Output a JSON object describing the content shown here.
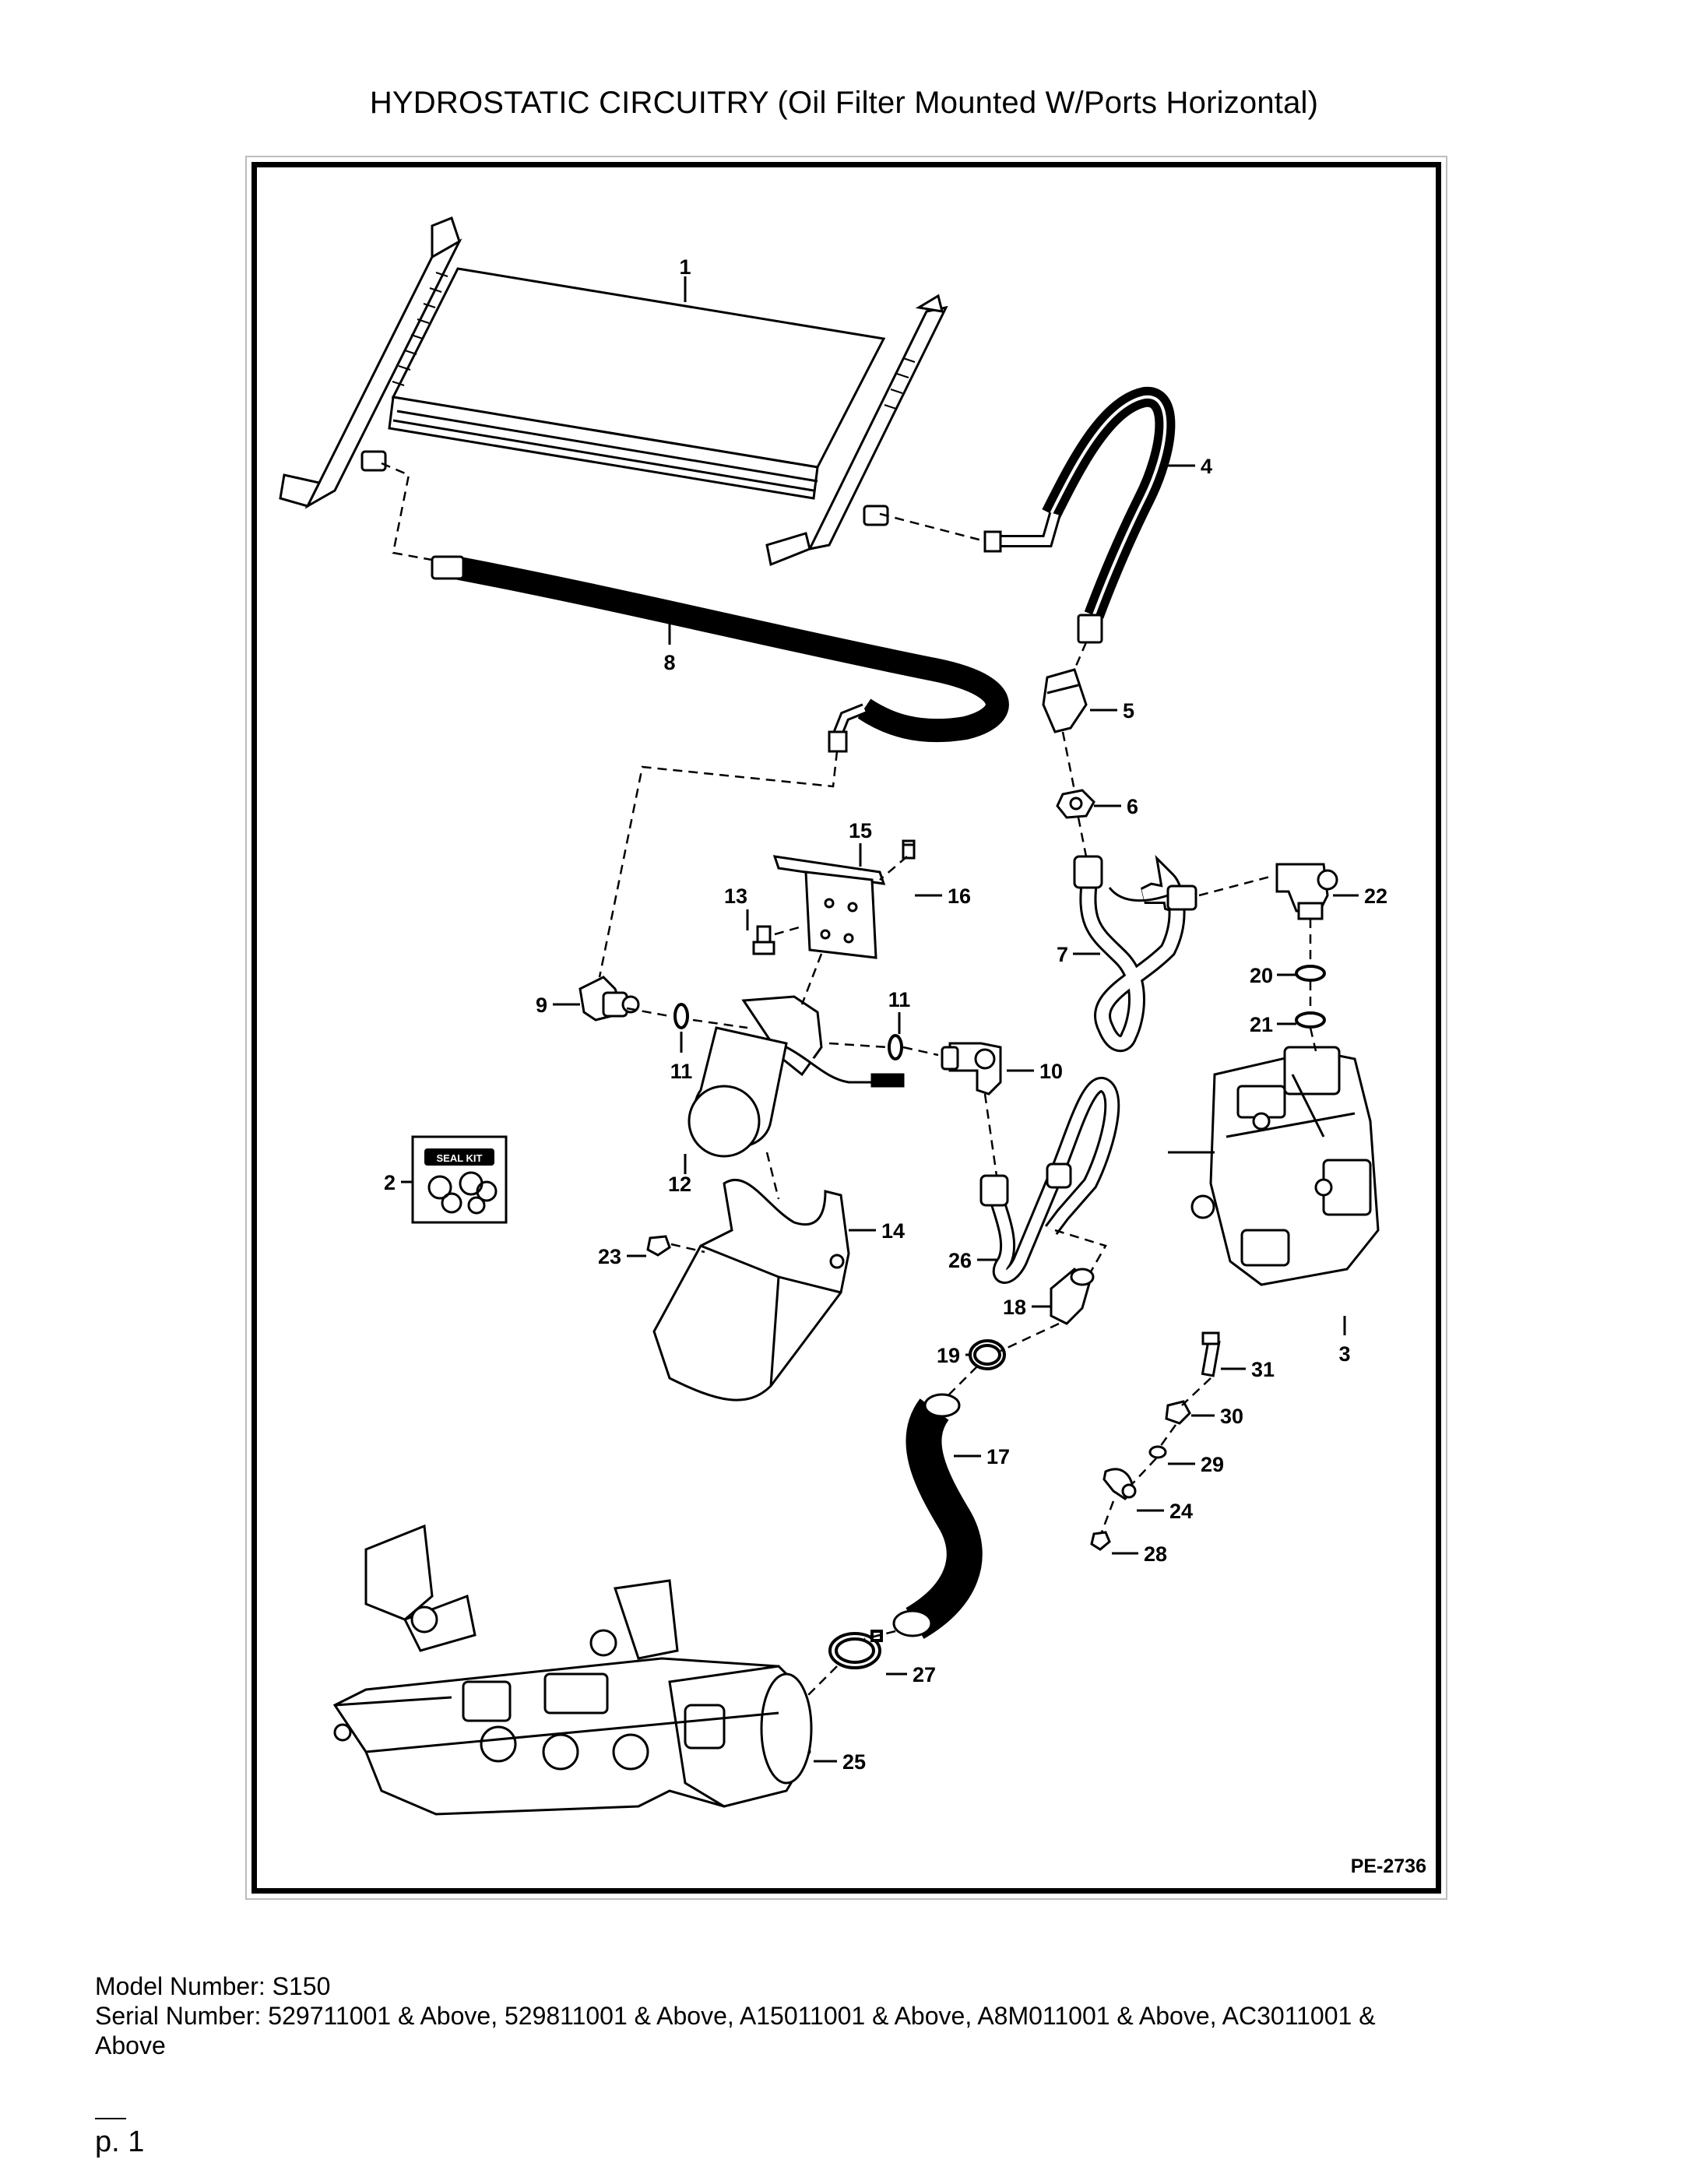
{
  "page": {
    "title": "HYDROSTATIC CIRCUITRY (Oil Filter Mounted W/Ports Horizontal)",
    "figure_code": "PE-2736",
    "model_line": "Model Number: S150",
    "serial_line_1": "Serial Number: 529711001 & Above, 529811001 & Above, A15011001 & Above, A8M011001 & Above, AC3011001 &",
    "serial_line_2": "Above",
    "page_number": "p. 1"
  },
  "diagram": {
    "seal_kit_label": "SEAL KIT",
    "callouts": [
      "1",
      "4",
      "8",
      "5",
      "6",
      "15",
      "16",
      "13",
      "22",
      "7",
      "20",
      "21",
      "9",
      "11",
      "11",
      "10",
      "2",
      "12",
      "14",
      "23",
      "26",
      "18",
      "3",
      "19",
      "31",
      "17",
      "30",
      "29",
      "24",
      "28",
      "27",
      "25"
    ]
  }
}
